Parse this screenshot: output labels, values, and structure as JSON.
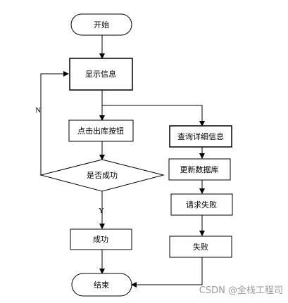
{
  "nodes": {
    "start": "开始",
    "show_info": "显示信息",
    "click_button": "点击出库按钮",
    "decision": "是否成功",
    "success": "成功",
    "end": "结束",
    "query_detail": "查询详细信息",
    "update_db": "更新数据库",
    "request_fail": "请求失败",
    "fail": "失败"
  },
  "edge_labels": {
    "no": "N",
    "yes": "Y"
  },
  "watermark": "CSDN @全栈工程司"
}
